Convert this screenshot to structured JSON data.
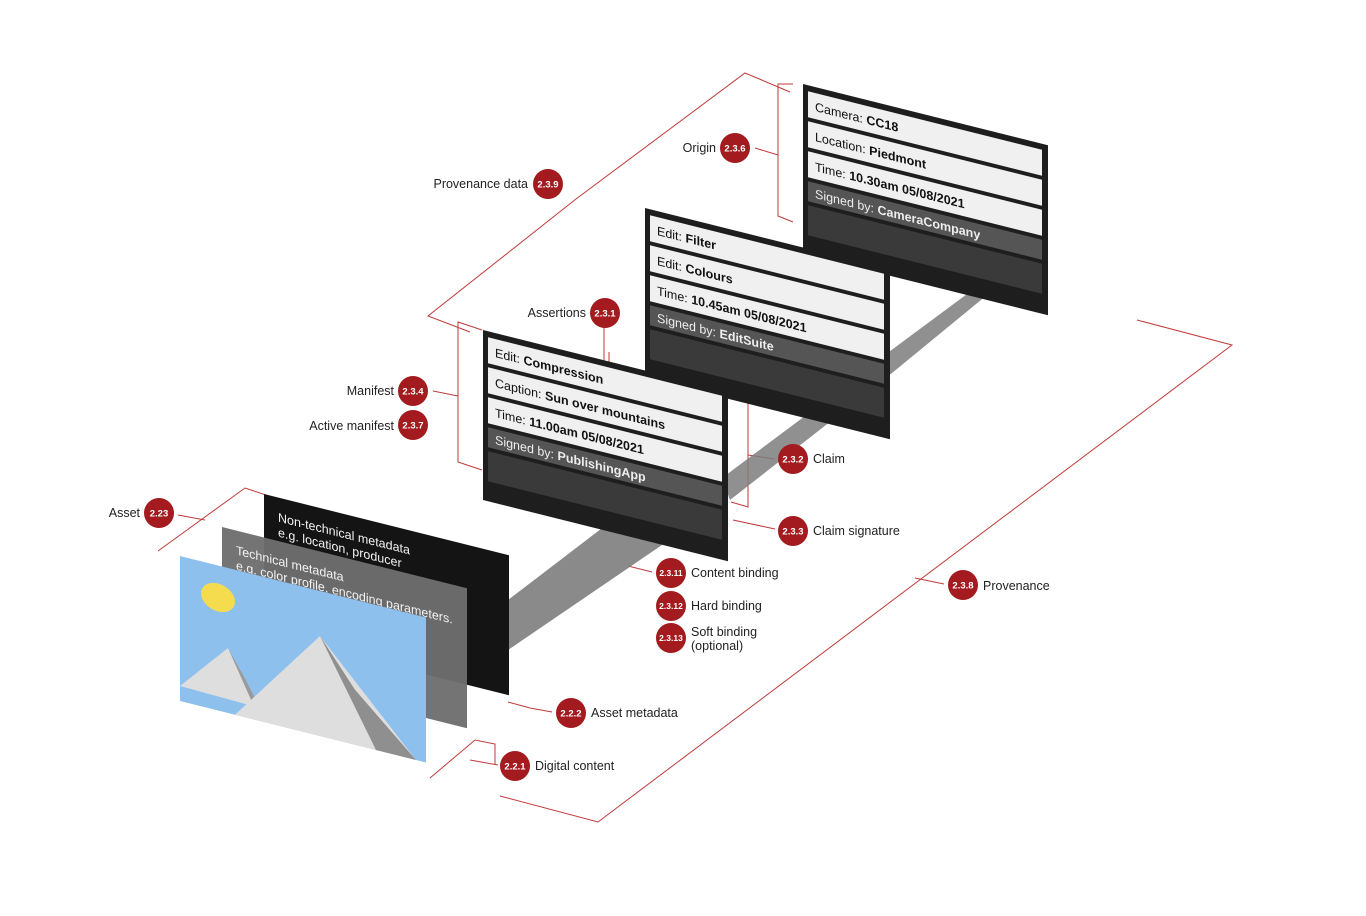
{
  "labels": {
    "asset": {
      "text": "Asset",
      "badge": "2.23"
    },
    "provenance_data": {
      "text": "Provenance data",
      "badge": "2.3.9"
    },
    "origin": {
      "text": "Origin",
      "badge": "2.3.6"
    },
    "assertions": {
      "text": "Assertions",
      "badge": "2.3.1"
    },
    "manifest": {
      "text": "Manifest",
      "badge": "2.3.4"
    },
    "active_manifest": {
      "text": "Active manifest",
      "badge": "2.3.7"
    },
    "claim": {
      "text": "Claim",
      "badge": "2.3.2"
    },
    "claim_signature": {
      "text": "Claim signature",
      "badge": "2.3.3"
    },
    "content_binding": {
      "text": "Content binding",
      "badge": "2.3.11"
    },
    "hard_binding": {
      "text": "Hard binding",
      "badge": "2.3.12"
    },
    "soft_binding": {
      "text": "Soft binding",
      "text2": "(optional)",
      "badge": "2.3.13"
    },
    "provenance": {
      "text": "Provenance",
      "badge": "2.3.8"
    },
    "asset_metadata": {
      "text": "Asset metadata",
      "badge": "2.2.2"
    },
    "digital_content": {
      "text": "Digital content",
      "badge": "2.2.1"
    }
  },
  "manifests": [
    {
      "rows": [
        {
          "key": "Camera: ",
          "value": "CC18"
        },
        {
          "key": "Location: ",
          "value": "Piedmont"
        },
        {
          "key": "Time: ",
          "value": "10.30am 05/08/2021"
        }
      ],
      "signed_key": "Signed by: ",
      "signed_value": "CameraCompany"
    },
    {
      "rows": [
        {
          "key": "Edit: ",
          "value": "Filter"
        },
        {
          "key": "Edit: ",
          "value": "Colours"
        },
        {
          "key": "Time: ",
          "value": "10.45am 05/08/2021"
        }
      ],
      "signed_key": "Signed by: ",
      "signed_value": "EditSuite"
    },
    {
      "rows": [
        {
          "key": "Edit: ",
          "value": "Compression"
        },
        {
          "key": "Caption: ",
          "value": "Sun over mountains"
        },
        {
          "key": "Time: ",
          "value": "11.00am 05/08/2021"
        }
      ],
      "signed_key": "Signed by: ",
      "signed_value": "PublishingApp"
    }
  ],
  "asset_layers": {
    "non_technical": {
      "line1": "Non-technical metadata",
      "line2": "e.g. location, producer"
    },
    "technical": {
      "line1": "Technical metadata",
      "line2": "e.g. color profile, encoding parameters."
    }
  },
  "colors": {
    "badge": "#a31a1f",
    "bracket": "#c03a3a",
    "panel_frame": "#1e1e1e",
    "panel_row": "#f0f0f0",
    "signed_bar": "#555555",
    "sky": "#8ec0ee",
    "sun": "#f5dc4e",
    "mountain_light": "#dedede",
    "mountain_shadow": "#8f8f8f"
  }
}
